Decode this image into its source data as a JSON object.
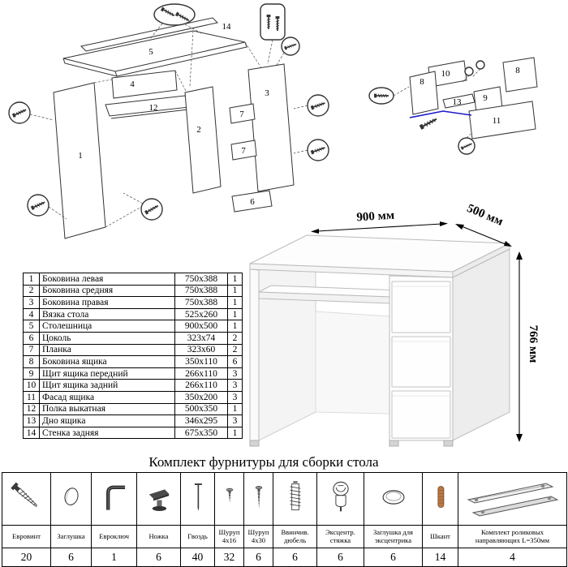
{
  "colors": {
    "accent_blue": "#1a1acc"
  },
  "exploded_left": {
    "labels": {
      "p1": "1",
      "p2": "2",
      "p3": "3",
      "p4": "4",
      "p5": "5",
      "p6": "6",
      "p7a": "7",
      "p7b": "7",
      "p12": "12",
      "p14": "14"
    }
  },
  "exploded_right": {
    "labels": {
      "p8a": "8",
      "p8b": "8",
      "p9": "9",
      "p10": "10",
      "p11": "11",
      "p13": "13"
    }
  },
  "parts": {
    "rows": [
      {
        "num": "1",
        "name": "Боковина левая",
        "size": "750x388",
        "qty": "1"
      },
      {
        "num": "2",
        "name": "Боковина средняя",
        "size": "750x388",
        "qty": "1"
      },
      {
        "num": "3",
        "name": "Боковина правая",
        "size": "750x388",
        "qty": "1"
      },
      {
        "num": "4",
        "name": "Вязка стола",
        "size": "525x260",
        "qty": "1"
      },
      {
        "num": "5",
        "name": "Столешница",
        "size": "900x500",
        "qty": "1"
      },
      {
        "num": "6",
        "name": "Цоколь",
        "size": "323x74",
        "qty": "2"
      },
      {
        "num": "7",
        "name": "Планка",
        "size": "323x60",
        "qty": "2"
      },
      {
        "num": "8",
        "name": "Боковина ящика",
        "size": "350x110",
        "qty": "6"
      },
      {
        "num": "9",
        "name": "Щит ящика передний",
        "size": "266x110",
        "qty": "3"
      },
      {
        "num": "10",
        "name": "Щит ящика задний",
        "size": "266x110",
        "qty": "3"
      },
      {
        "num": "11",
        "name": "Фасад ящика",
        "size": "350x200",
        "qty": "3"
      },
      {
        "num": "12",
        "name": "Полка выкатная",
        "size": "500x350",
        "qty": "1"
      },
      {
        "num": "13",
        "name": "Дно ящика",
        "size": "346x295",
        "qty": "3"
      },
      {
        "num": "14",
        "name": "Стенка задняя",
        "size": "675x350",
        "qty": "1"
      }
    ]
  },
  "desk": {
    "dim_width": "900 мм",
    "dim_depth": "500 мм",
    "dim_height": "766 мм"
  },
  "hardware": {
    "title": "Комплект фурнитуры для сборки стола",
    "items": [
      {
        "name": "Евровинт",
        "qty": "20"
      },
      {
        "name": "Заглушка",
        "qty": "6"
      },
      {
        "name": "Евроключ",
        "qty": "1"
      },
      {
        "name": "Ножка",
        "qty": "6"
      },
      {
        "name": "Гвоздь",
        "qty": "40"
      },
      {
        "name": "Шуруп 4х16",
        "qty": "32"
      },
      {
        "name": "Шуруп 4х30",
        "qty": "6"
      },
      {
        "name": "Ввинчив. дюбель",
        "qty": "6"
      },
      {
        "name": "Эксцентр. стяжка",
        "qty": "6"
      },
      {
        "name": "Заглушка для эксцентрика",
        "qty": "6"
      },
      {
        "name": "Шкант",
        "qty": "14"
      },
      {
        "name": "Комплект роликовых направляющих L=350мм",
        "qty": "4"
      }
    ]
  }
}
